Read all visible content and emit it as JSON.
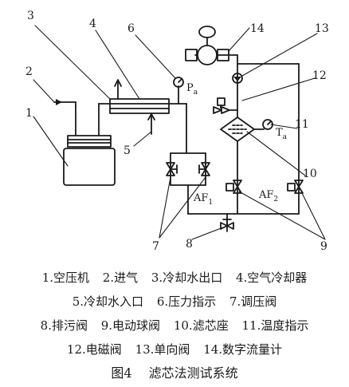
{
  "figure": {
    "number": "图4",
    "title": "滤芯法测试系统"
  },
  "callouts": [
    "1",
    "2",
    "3",
    "4",
    "5",
    "6",
    "7",
    "8",
    "9",
    "9",
    "10",
    "11",
    "12",
    "13",
    "14"
  ],
  "symbols": {
    "pressure": "P",
    "pressure_sub": "a",
    "temperature": "T",
    "temperature_sub": "a",
    "af1": "AF",
    "af1_sub": "1",
    "af2": "AF",
    "af2_sub": "2"
  },
  "legend_lines": [
    [
      "1.空压机",
      "2.进气",
      "3.冷却水出口",
      "4.空气冷却器"
    ],
    [
      "5.冷却水入口",
      "6.压力指示",
      "7.调压阀"
    ],
    [
      "8.排污阀",
      "9.电动球阀",
      "10.滤芯座",
      "11.温度指示"
    ],
    [
      "12.电磁阀",
      "13.单向阀",
      "14.数字流量计"
    ]
  ],
  "colors": {
    "ink": "#1a1a1a",
    "background": "#ffffff"
  }
}
